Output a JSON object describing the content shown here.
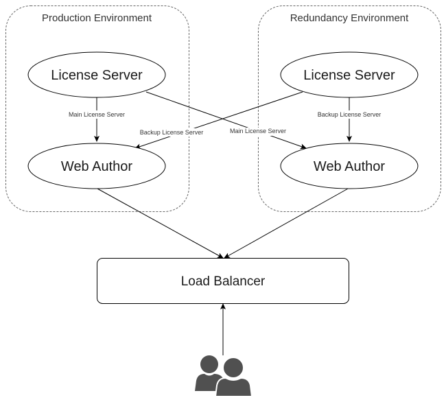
{
  "diagram": {
    "containers": [
      {
        "id": "production",
        "label": "Production Environment"
      },
      {
        "id": "redundancy",
        "label": "Redundancy Environment"
      }
    ],
    "nodes": {
      "prod_license_server": "License Server",
      "prod_web_author": "Web Author",
      "red_license_server": "License Server",
      "red_web_author": "Web Author",
      "load_balancer": "Load Balancer",
      "users": "users-icon"
    },
    "edges": [
      {
        "from": "prod_license_server",
        "to": "prod_web_author",
        "label": "Main License Server"
      },
      {
        "from": "red_license_server",
        "to": "prod_web_author",
        "label": "Backup License Server"
      },
      {
        "from": "prod_license_server",
        "to": "red_web_author",
        "label": "Main License Server"
      },
      {
        "from": "red_license_server",
        "to": "red_web_author",
        "label": "Backup License Server"
      },
      {
        "from": "prod_web_author",
        "to": "load_balancer",
        "label": ""
      },
      {
        "from": "red_web_author",
        "to": "load_balancer",
        "label": ""
      },
      {
        "from": "users",
        "to": "load_balancer",
        "label": ""
      }
    ],
    "colors": {
      "stroke": "#000000",
      "dashed_border": "#666666",
      "users_icon": "#505050"
    }
  }
}
